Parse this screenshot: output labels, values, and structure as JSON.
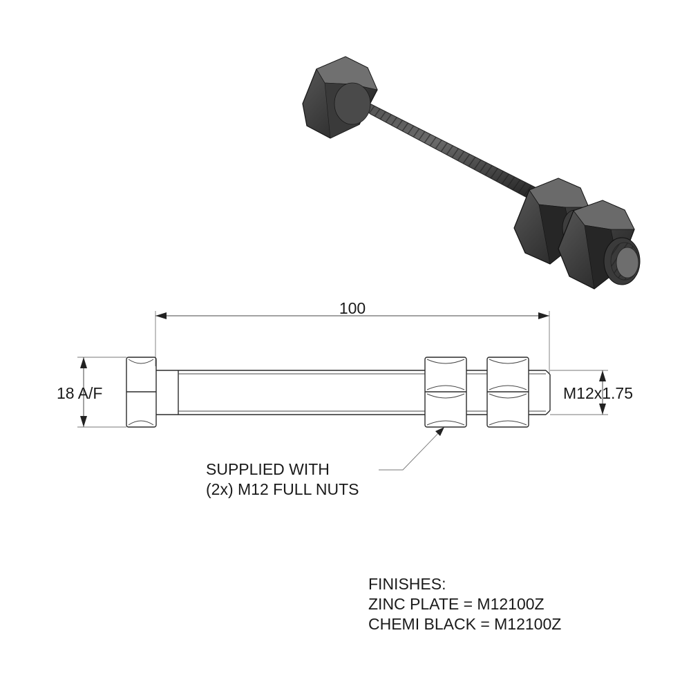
{
  "drawing": {
    "length_dim": "100",
    "across_flats_dim": "18 A/F",
    "thread_dim": "M12x1.75",
    "note": {
      "line1": "SUPPLIED WITH",
      "line2": "(2x) M12 FULL NUTS"
    },
    "finishes": {
      "heading": "FINISHES:",
      "line1": "ZINC PLATE = M12100Z",
      "line2": "CHEMI BLACK = M12100Z"
    }
  }
}
